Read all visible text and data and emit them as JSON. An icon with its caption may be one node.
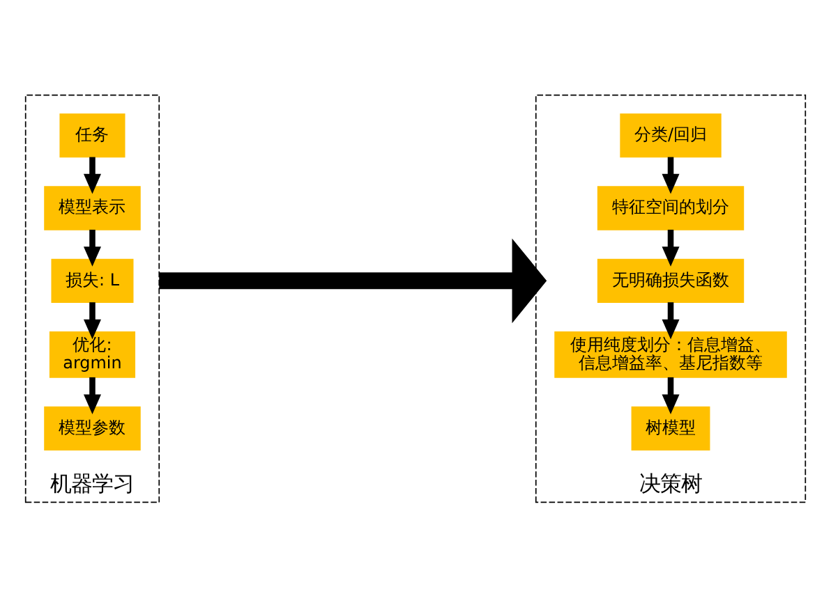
{
  "diagram": {
    "nodes": [
      {
        "text": [
          "机器学习"
        ]
      },
      {
        "text": [
          "任务"
        ],
        "in": 0
      },
      {
        "text": [
          "模型表示"
        ],
        "in": 0
      },
      {
        "text": [
          "损失: L"
        ],
        "in": 0
      },
      {
        "text": [
          "优化: argmin"
        ],
        "in": 0
      },
      {
        "text": [
          "模型参数"
        ],
        "in": 0
      },
      {
        "text": [
          "决策树"
        ]
      },
      {
        "text": [
          "分类/回归"
        ],
        "in": 6
      },
      {
        "text": [
          "特征空间的划分"
        ],
        "in": 6
      },
      {
        "text": [
          "无明确损失函数"
        ],
        "in": 6
      },
      {
        "text": [
          "使用纯度划分：信息增益、信息增益率、基尼指数等"
        ],
        "in": 6
      },
      {
        "text": [
          "树模型"
        ],
        "in": 6
      }
    ],
    "edges": [
      {
        "from": 1,
        "to": 2,
        "arrow": "to"
      },
      {
        "from": 2,
        "to": 3,
        "arrow": "to"
      },
      {
        "from": 3,
        "to": 4,
        "arrow": "to"
      },
      {
        "from": 4,
        "to": 5,
        "arrow": "to"
      },
      {
        "from": 7,
        "to": 8,
        "arrow": "to"
      },
      {
        "from": 8,
        "to": 9,
        "arrow": "to"
      },
      {
        "from": 9,
        "to": 10,
        "arrow": "to"
      },
      {
        "from": 10,
        "to": 11,
        "arrow": "to"
      },
      {
        "from": 0,
        "to": 6,
        "arrow": "to",
        "style": "thick"
      }
    ]
  }
}
